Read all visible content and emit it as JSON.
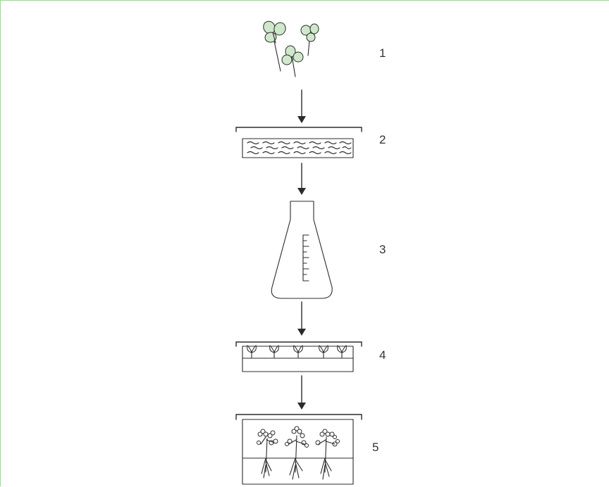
{
  "steps": [
    {
      "label": "1",
      "name": "seedlings"
    },
    {
      "label": "2",
      "name": "tray-with-liquid"
    },
    {
      "label": "3",
      "name": "erlenmeyer-flask"
    },
    {
      "label": "4",
      "name": "tray-with-shoots"
    },
    {
      "label": "5",
      "name": "container-with-rooted-plants"
    }
  ],
  "colors": {
    "border": "#9ed49a",
    "leaf_fill": "#cfe8cc",
    "line": "#2b2b2b"
  }
}
